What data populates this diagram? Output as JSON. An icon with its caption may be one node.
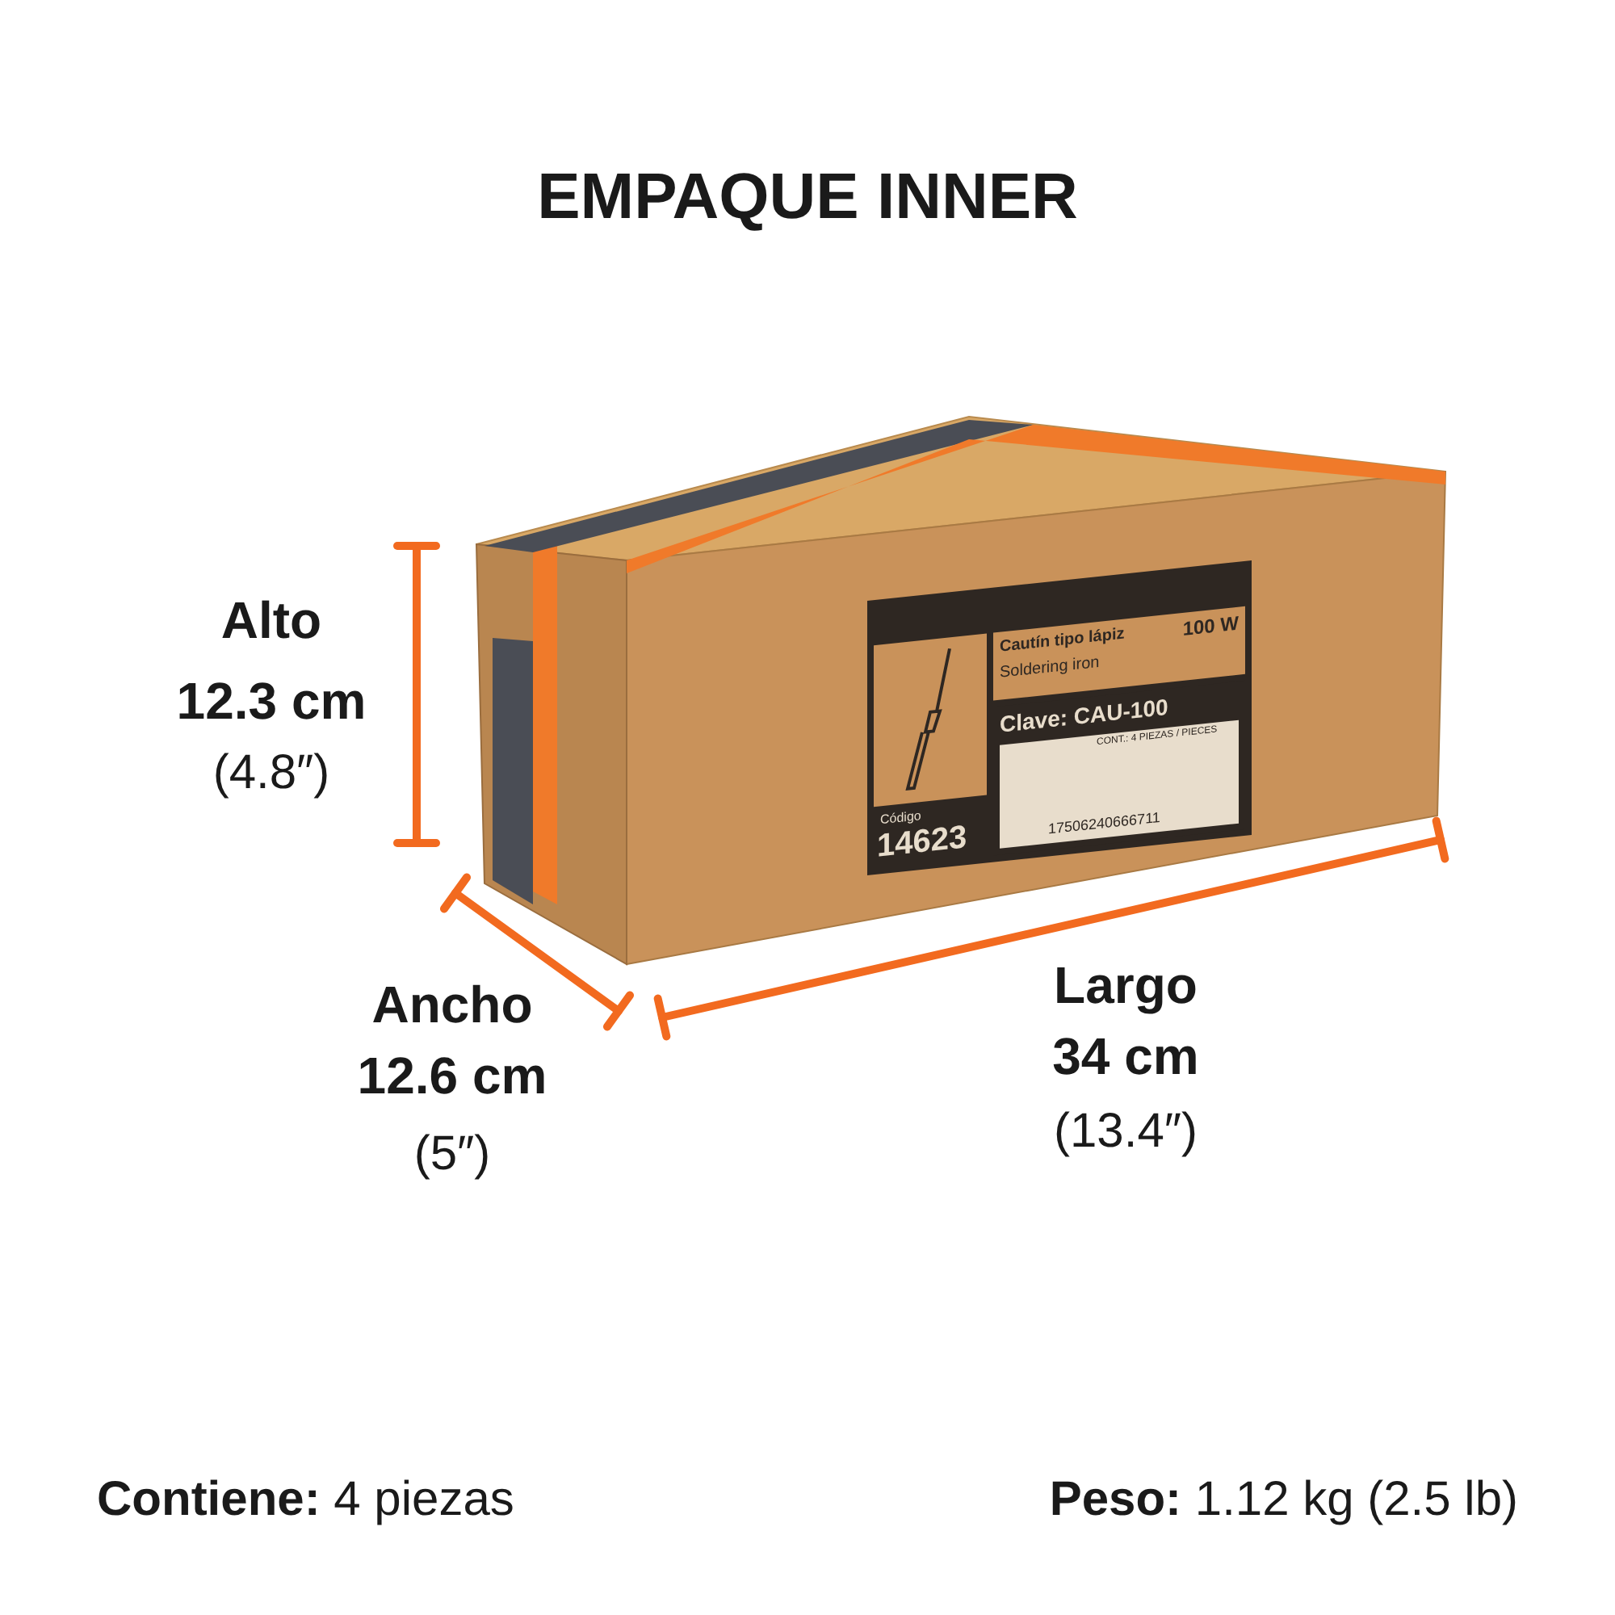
{
  "diagram": {
    "title": "EMPAQUE INNER",
    "labels": [
      "Alto",
      "12.3 cm",
      "(4.8″)",
      "Cautín tipo lápiz",
      "100 W",
      "Soldering iron",
      "Clave: CAU-100",
      "CONT.: 4 PIEZAS / PIECES",
      "17506240666711",
      "Código",
      "14623",
      "Ancho",
      "12.6 cm",
      "(5″)",
      "Largo",
      "34 cm",
      "(13.4″)",
      "**Contiene:** 4 piezas",
      "**Peso:** 1.12 kg (2.5 lb)"
    ]
  }
}
